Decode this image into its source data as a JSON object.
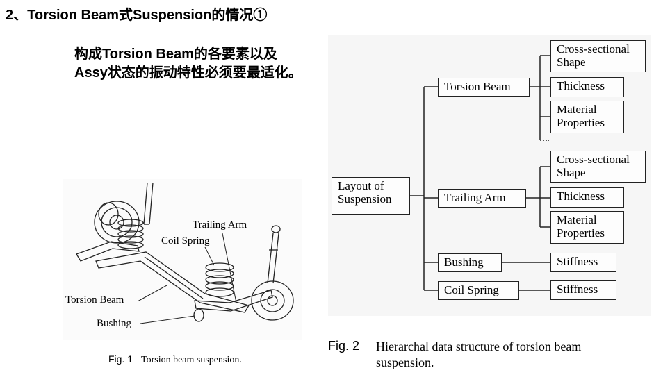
{
  "title": "2、Torsion Beam式Suspension的情况①",
  "subtitle": {
    "line1": "构成Torsion Beam的各要素以及",
    "line2": "Assy状态的振动特性必须要最适化。"
  },
  "fig1": {
    "labels": {
      "trailing_arm": "Trailing Arm",
      "coil_spring": "Coil Spring",
      "torsion_beam": "Torsion Beam",
      "bushing": "Bushing"
    },
    "caption_num": "Fig. 1",
    "caption_text": "Torsion beam suspension."
  },
  "fig2": {
    "root": [
      "Layout of",
      "Suspension"
    ],
    "nodes": {
      "torsion_beam": "Torsion Beam",
      "trailing_arm": "Trailing Arm",
      "bushing": "Bushing",
      "coil_spring": "Coil Spring"
    },
    "leaves": {
      "tb_cross": [
        "Cross-sectional",
        "Shape"
      ],
      "tb_thick": "Thickness",
      "tb_mat": [
        "Material",
        "Properties"
      ],
      "ta_cross": [
        "Cross-sectional",
        "Shape"
      ],
      "ta_thick": "Thickness",
      "ta_mat": [
        "Material",
        "Properties"
      ],
      "bu_stiff": "Stiffness",
      "cs_stiff": "Stiffness"
    },
    "caption_num": "Fig. 2",
    "caption_text": "Hierarchal data structure of torsion beam suspension."
  }
}
